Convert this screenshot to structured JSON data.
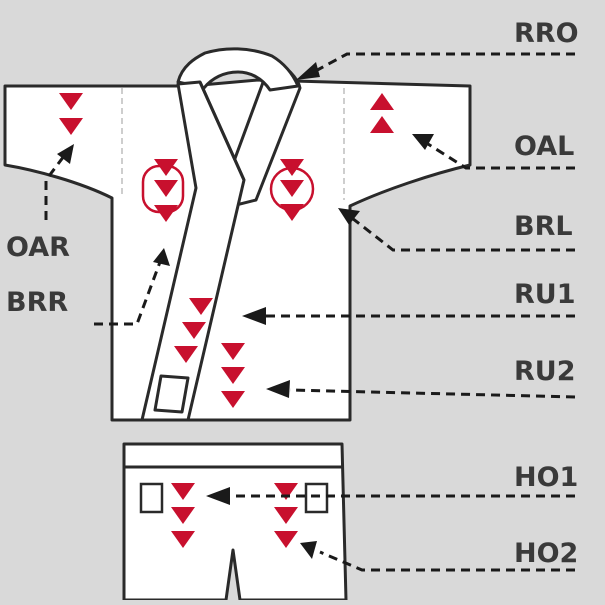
{
  "labels": {
    "rro": "RRO",
    "oal": "OAL",
    "brl": "BRL",
    "oar": "OAR",
    "brr": "BRR",
    "ru1": "RU1",
    "ru2": "RU2",
    "ho1": "HO1",
    "ho2": "HO2"
  },
  "colors": {
    "background": "#d9d9d9",
    "garment": "#ffffff",
    "outline": "#2a2a2a",
    "marker": "#c8102e",
    "label": "#3a3a3a",
    "leader": "#1a1a1a",
    "seam": "#bdbdbd"
  },
  "icons": {
    "marker": "red-triangle-marker",
    "ring": "red-circle-ring",
    "arrowhead": "arrowhead"
  }
}
